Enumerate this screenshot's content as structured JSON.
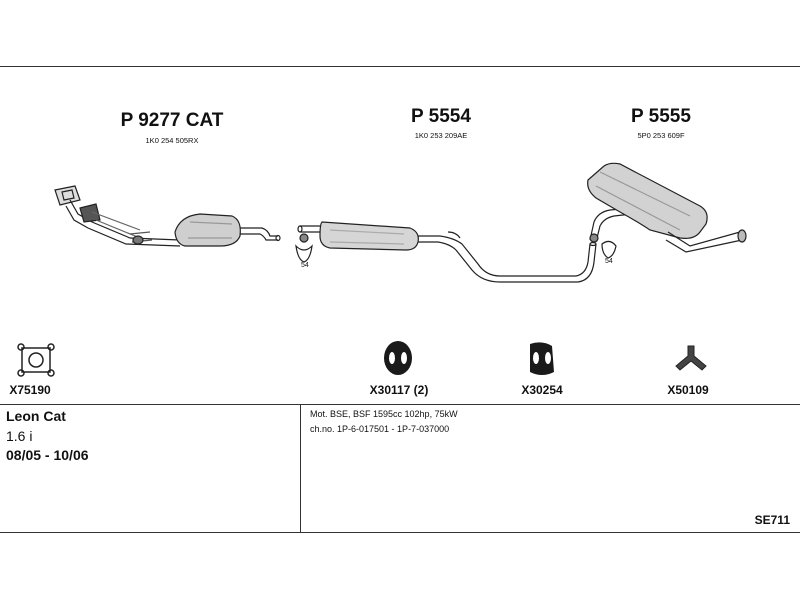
{
  "parts": [
    {
      "title": "P 9277 CAT",
      "code": "1K0 254 505RX"
    },
    {
      "title": "P 5554",
      "code": "1K0 253 209AE"
    },
    {
      "title": "P 5555",
      "code": "5P0 253 609F"
    }
  ],
  "hanger_labels": [
    "54",
    "54"
  ],
  "accessories": [
    {
      "code": "X75190",
      "icon": "flange-gasket-icon"
    },
    {
      "code": "X30117 (2)",
      "icon": "rubber-hanger-icon"
    },
    {
      "code": "X30254",
      "icon": "rubber-mount-icon"
    },
    {
      "code": "X50109",
      "icon": "bracket-icon"
    }
  ],
  "vehicle": {
    "model": "Leon Cat",
    "engine": "1.6 i",
    "years": "08/05 - 10/06"
  },
  "specs": {
    "line1": "Mot. BSE, BSF 1595cc 102hp, 75kW",
    "line2": "ch.no. 1P-6-017501 - 1P-7-037000"
  },
  "diagram_ref": "SE711"
}
